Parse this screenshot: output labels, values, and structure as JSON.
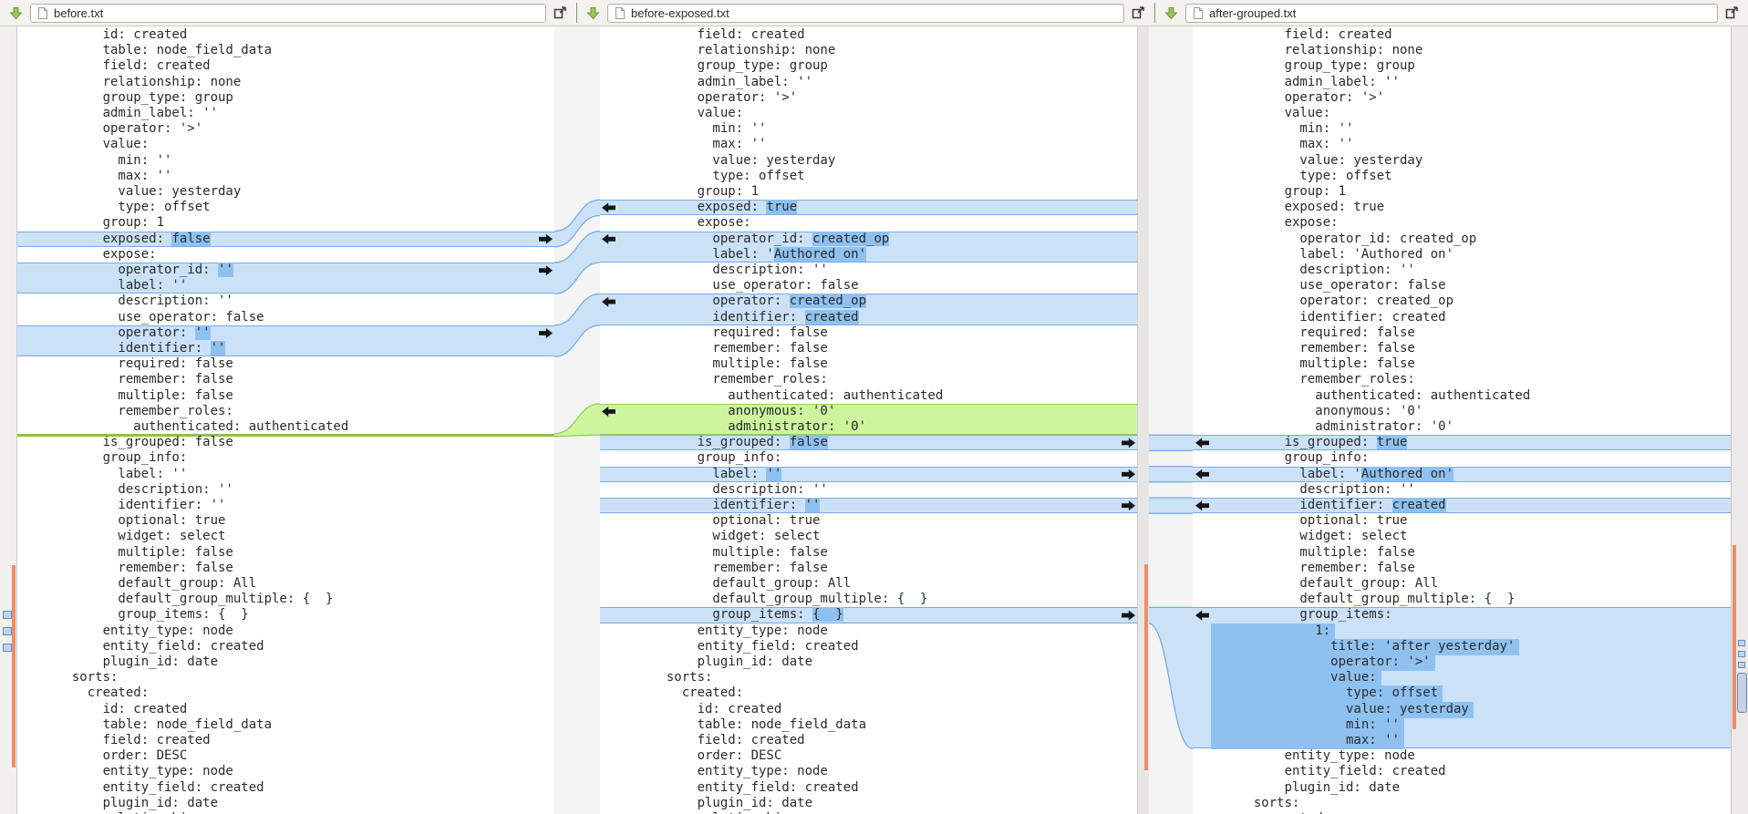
{
  "colors": {
    "chunk_blue": "#cae1f8",
    "chunk_blue_border": "#7aacde",
    "inline_blue": "#8fc1f0",
    "chunk_green": "#cdf59e",
    "chunk_green_border": "#94cf5b",
    "insert_line_green": "#8bc34a",
    "minimap_orange": "#ef8e66",
    "minimap_square": "#bdd6f0",
    "arrow_black": "#151515"
  },
  "panes": [
    {
      "filename": "before.txt",
      "chunks": [
        {
          "s": 13,
          "e": 14,
          "t": "c"
        },
        {
          "s": 15,
          "e": 17,
          "t": "c"
        },
        {
          "s": 19,
          "e": 21,
          "t": "c"
        }
      ],
      "insert_line_at": 26,
      "lines": [
        {
          "t": "      id: created"
        },
        {
          "t": "      table: node_field_data"
        },
        {
          "t": "      field: created"
        },
        {
          "t": "      relationship: none"
        },
        {
          "t": "      group_type: group"
        },
        {
          "t": "      admin_label: ''"
        },
        {
          "t": "      operator: '>'"
        },
        {
          "t": "      value:"
        },
        {
          "t": "        min: ''"
        },
        {
          "t": "        max: ''"
        },
        {
          "t": "        value: yesterday"
        },
        {
          "t": "        type: offset"
        },
        {
          "t": "      group: 1"
        },
        {
          "t": "      exposed: false",
          "hi": [
            15,
            20
          ]
        },
        {
          "t": "      expose:"
        },
        {
          "t": "        operator_id: ''",
          "hi": [
            21,
            23
          ]
        },
        {
          "t": "        label: ''"
        },
        {
          "t": "        description: ''"
        },
        {
          "t": "        use_operator: false"
        },
        {
          "t": "        operator: ''",
          "hi": [
            18,
            20
          ]
        },
        {
          "t": "        identifier: ''",
          "hi": [
            20,
            22
          ]
        },
        {
          "t": "        required: false"
        },
        {
          "t": "        remember: false"
        },
        {
          "t": "        multiple: false"
        },
        {
          "t": "        remember_roles:"
        },
        {
          "t": "          authenticated: authenticated"
        },
        {
          "t": "      is_grouped: false"
        },
        {
          "t": "      group_info:"
        },
        {
          "t": "        label: ''"
        },
        {
          "t": "        description: ''"
        },
        {
          "t": "        identifier: ''"
        },
        {
          "t": "        optional: true"
        },
        {
          "t": "        widget: select"
        },
        {
          "t": "        multiple: false"
        },
        {
          "t": "        remember: false"
        },
        {
          "t": "        default_group: All"
        },
        {
          "t": "        default_group_multiple: {  }"
        },
        {
          "t": "        group_items: {  }"
        },
        {
          "t": "      entity_type: node"
        },
        {
          "t": "      entity_field: created"
        },
        {
          "t": "      plugin_id: date"
        },
        {
          "t": "  sorts:"
        },
        {
          "t": "    created:"
        },
        {
          "t": "      id: created"
        },
        {
          "t": "      table: node_field_data"
        },
        {
          "t": "      field: created"
        },
        {
          "t": "      order: DESC"
        },
        {
          "t": "      entity_type: node"
        },
        {
          "t": "      entity_field: created"
        },
        {
          "t": "      plugin_id: date"
        },
        {
          "t": "      relationship: none"
        }
      ]
    },
    {
      "filename": "before-exposed.txt",
      "chunks": [
        {
          "s": 11,
          "e": 12,
          "t": "c"
        },
        {
          "s": 13,
          "e": 15,
          "t": "c"
        },
        {
          "s": 17,
          "e": 19,
          "t": "c"
        },
        {
          "s": 24,
          "e": 26,
          "t": "g"
        },
        {
          "s": 26,
          "e": 27,
          "t": "c"
        },
        {
          "s": 28,
          "e": 29,
          "t": "c"
        },
        {
          "s": 30,
          "e": 31,
          "t": "c"
        },
        {
          "s": 37,
          "e": 38,
          "t": "c"
        }
      ],
      "lines": [
        {
          "t": "      field: created"
        },
        {
          "t": "      relationship: none"
        },
        {
          "t": "      group_type: group"
        },
        {
          "t": "      admin_label: ''"
        },
        {
          "t": "      operator: '>'"
        },
        {
          "t": "      value:"
        },
        {
          "t": "        min: ''"
        },
        {
          "t": "        max: ''"
        },
        {
          "t": "        value: yesterday"
        },
        {
          "t": "        type: offset"
        },
        {
          "t": "      group: 1"
        },
        {
          "t": "      exposed: true",
          "hi": [
            15,
            19
          ]
        },
        {
          "t": "      expose:"
        },
        {
          "t": "        operator_id: created_op",
          "hi": [
            21,
            31
          ]
        },
        {
          "t": "        label: 'Authored on'",
          "hi": [
            16,
            28
          ]
        },
        {
          "t": "        description: ''"
        },
        {
          "t": "        use_operator: false"
        },
        {
          "t": "        operator: created_op",
          "hi": [
            18,
            28
          ]
        },
        {
          "t": "        identifier: created",
          "hi": [
            20,
            27
          ]
        },
        {
          "t": "        required: false"
        },
        {
          "t": "        remember: false"
        },
        {
          "t": "        multiple: false"
        },
        {
          "t": "        remember_roles:"
        },
        {
          "t": "          authenticated: authenticated"
        },
        {
          "t": "          anonymous: '0'"
        },
        {
          "t": "          administrator: '0'"
        },
        {
          "t": "      is_grouped: false",
          "hi": [
            18,
            23
          ]
        },
        {
          "t": "      group_info:"
        },
        {
          "t": "        label: ''",
          "hi": [
            15,
            17
          ]
        },
        {
          "t": "        description: ''"
        },
        {
          "t": "        identifier: ''",
          "hi": [
            20,
            22
          ]
        },
        {
          "t": "        optional: true"
        },
        {
          "t": "        widget: select"
        },
        {
          "t": "        multiple: false"
        },
        {
          "t": "        remember: false"
        },
        {
          "t": "        default_group: All"
        },
        {
          "t": "        default_group_multiple: {  }"
        },
        {
          "t": "        group_items: {  }",
          "hi": [
            21,
            25
          ]
        },
        {
          "t": "      entity_type: node"
        },
        {
          "t": "      entity_field: created"
        },
        {
          "t": "      plugin_id: date"
        },
        {
          "t": "  sorts:"
        },
        {
          "t": "    created:"
        },
        {
          "t": "      id: created"
        },
        {
          "t": "      table: node_field_data"
        },
        {
          "t": "      field: created"
        },
        {
          "t": "      order: DESC"
        },
        {
          "t": "      entity_type: node"
        },
        {
          "t": "      entity_field: created"
        },
        {
          "t": "      plugin_id: date"
        },
        {
          "t": "      relationship: none"
        }
      ]
    },
    {
      "filename": "after-grouped.txt",
      "chunks": [
        {
          "s": 26,
          "e": 27,
          "t": "c"
        },
        {
          "s": 28,
          "e": 29,
          "t": "c"
        },
        {
          "s": 30,
          "e": 31,
          "t": "c"
        },
        {
          "s": 37,
          "e": 46,
          "t": "c"
        }
      ],
      "lines": [
        {
          "t": "      field: created"
        },
        {
          "t": "      relationship: none"
        },
        {
          "t": "      group_type: group"
        },
        {
          "t": "      admin_label: ''"
        },
        {
          "t": "      operator: '>'"
        },
        {
          "t": "      value:"
        },
        {
          "t": "        min: ''"
        },
        {
          "t": "        max: ''"
        },
        {
          "t": "        value: yesterday"
        },
        {
          "t": "        type: offset"
        },
        {
          "t": "      group: 1"
        },
        {
          "t": "      exposed: true"
        },
        {
          "t": "      expose:"
        },
        {
          "t": "        operator_id: created_op"
        },
        {
          "t": "        label: 'Authored on'"
        },
        {
          "t": "        description: ''"
        },
        {
          "t": "        use_operator: false"
        },
        {
          "t": "        operator: created_op"
        },
        {
          "t": "        identifier: created"
        },
        {
          "t": "        required: false"
        },
        {
          "t": "        remember: false"
        },
        {
          "t": "        multiple: false"
        },
        {
          "t": "        remember_roles:"
        },
        {
          "t": "          authenticated: authenticated"
        },
        {
          "t": "          anonymous: '0'"
        },
        {
          "t": "          administrator: '0'"
        },
        {
          "t": "      is_grouped: true",
          "hi": [
            18,
            22
          ]
        },
        {
          "t": "      group_info:"
        },
        {
          "t": "        label: 'Authored on'",
          "hi": [
            16,
            28
          ]
        },
        {
          "t": "        description: ''"
        },
        {
          "t": "        identifier: created",
          "hi": [
            20,
            27
          ]
        },
        {
          "t": "        optional: true"
        },
        {
          "t": "        widget: select"
        },
        {
          "t": "        multiple: false"
        },
        {
          "t": "        remember: false"
        },
        {
          "t": "        default_group: All"
        },
        {
          "t": "        default_group_multiple: {  }"
        },
        {
          "t": "        group_items:"
        },
        {
          "t": "          1:",
          "blk": true
        },
        {
          "t": "            title: 'after yesterday'",
          "blk": true
        },
        {
          "t": "            operator: '>'",
          "blk": true
        },
        {
          "t": "            value:",
          "blk": true
        },
        {
          "t": "              type: offset",
          "blk": true
        },
        {
          "t": "              value: yesterday",
          "blk": true
        },
        {
          "t": "              min: ''",
          "blk": true
        },
        {
          "t": "              max: ''",
          "blk": true
        },
        {
          "t": "      entity_type: node"
        },
        {
          "t": "      entity_field: created"
        },
        {
          "t": "      plugin_id: date"
        },
        {
          "t": "  sorts:"
        },
        {
          "t": "    created:"
        }
      ]
    }
  ],
  "connections": {
    "gap1": [
      {
        "l": [
          13,
          14
        ],
        "r": [
          11,
          12
        ],
        "t": "c"
      },
      {
        "l": [
          15,
          17
        ],
        "r": [
          13,
          15
        ],
        "t": "c"
      },
      {
        "l": [
          19,
          21
        ],
        "r": [
          17,
          19
        ],
        "t": "c"
      },
      {
        "l": [
          26,
          26
        ],
        "r": [
          24,
          26
        ],
        "t": "i"
      }
    ],
    "gap2": [
      {
        "l": [
          26,
          27
        ],
        "r": [
          26,
          27
        ],
        "t": "c"
      },
      {
        "l": [
          28,
          29
        ],
        "r": [
          28,
          29
        ],
        "t": "c"
      },
      {
        "l": [
          30,
          31
        ],
        "r": [
          30,
          31
        ],
        "t": "c"
      },
      {
        "l": [
          37,
          38
        ],
        "r": [
          37,
          46
        ],
        "t": "c"
      }
    ]
  },
  "minimap": {
    "left": {
      "bar": [
        620,
        842
      ],
      "squares": [
        670,
        688,
        706
      ]
    },
    "middle": {
      "bar": [
        619,
        845
      ]
    },
    "right": {
      "bar": [
        598,
        800
      ],
      "squares": [
        702,
        714,
        726
      ],
      "thumb": [
        738,
        780
      ]
    }
  }
}
